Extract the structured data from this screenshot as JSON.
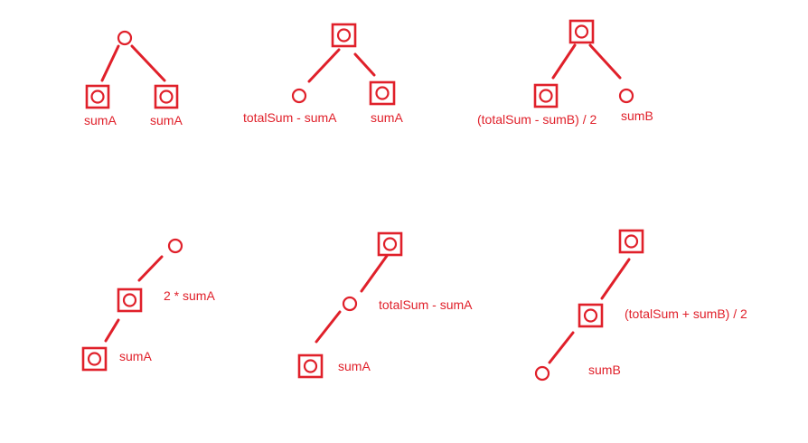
{
  "colors": {
    "ink": "#e0202a",
    "background": "#ffffff"
  },
  "diagrams": [
    {
      "id": "d1",
      "labels": {
        "left": "sumA",
        "right": "sumA"
      }
    },
    {
      "id": "d2",
      "labels": {
        "left": "totalSum - sumA",
        "right": "sumA"
      }
    },
    {
      "id": "d3",
      "labels": {
        "left": "(totalSum - sumB) / 2",
        "right": "sumB"
      }
    },
    {
      "id": "d4",
      "labels": {
        "middle": "2 * sumA",
        "bottom": "sumA"
      }
    },
    {
      "id": "d5",
      "labels": {
        "middle": "totalSum - sumA",
        "bottom": "sumA"
      }
    },
    {
      "id": "d6",
      "labels": {
        "middle": "(totalSum + sumB) / 2",
        "bottom": "sumB"
      }
    }
  ],
  "legend": {
    "plain_node": "circle-node",
    "boxed_node": "boxed-circle-node"
  }
}
